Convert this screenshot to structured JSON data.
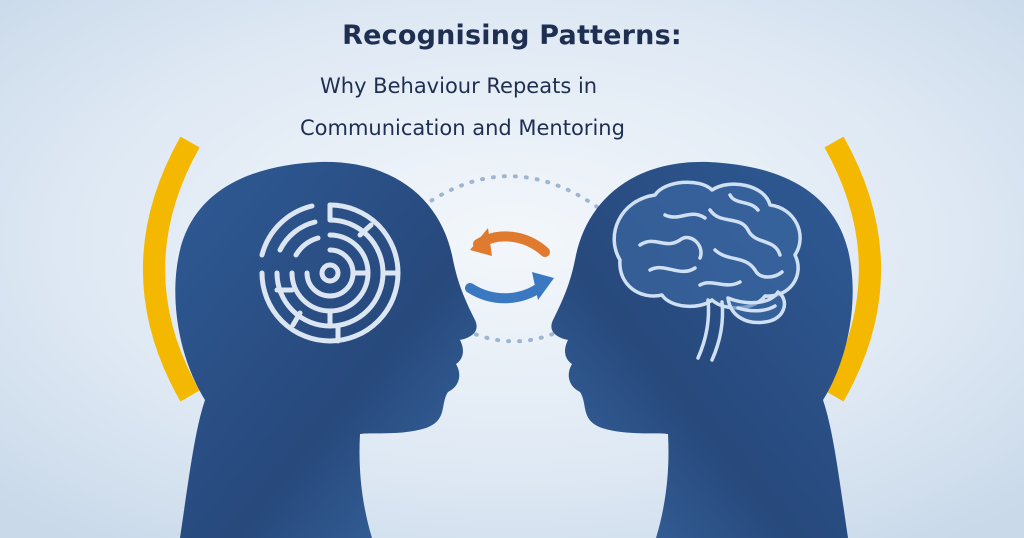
{
  "heading": {
    "title": "Recognising Patterns:",
    "subtitle_line1": "Why Behaviour Repeats in",
    "subtitle_line2": "Communication and Mentoring"
  },
  "colors": {
    "background": "#dde8f4",
    "head_silhouette": "#2a4f86",
    "bracket_accent": "#f5b800",
    "arrow_orange": "#e07a2e",
    "arrow_blue": "#3a78c2",
    "title_text": "#1f2f52"
  },
  "icons": {
    "left_head_symbol": "maze-icon",
    "right_head_symbol": "brain-icon",
    "center_symbol": "exchange-arrows-icon"
  }
}
